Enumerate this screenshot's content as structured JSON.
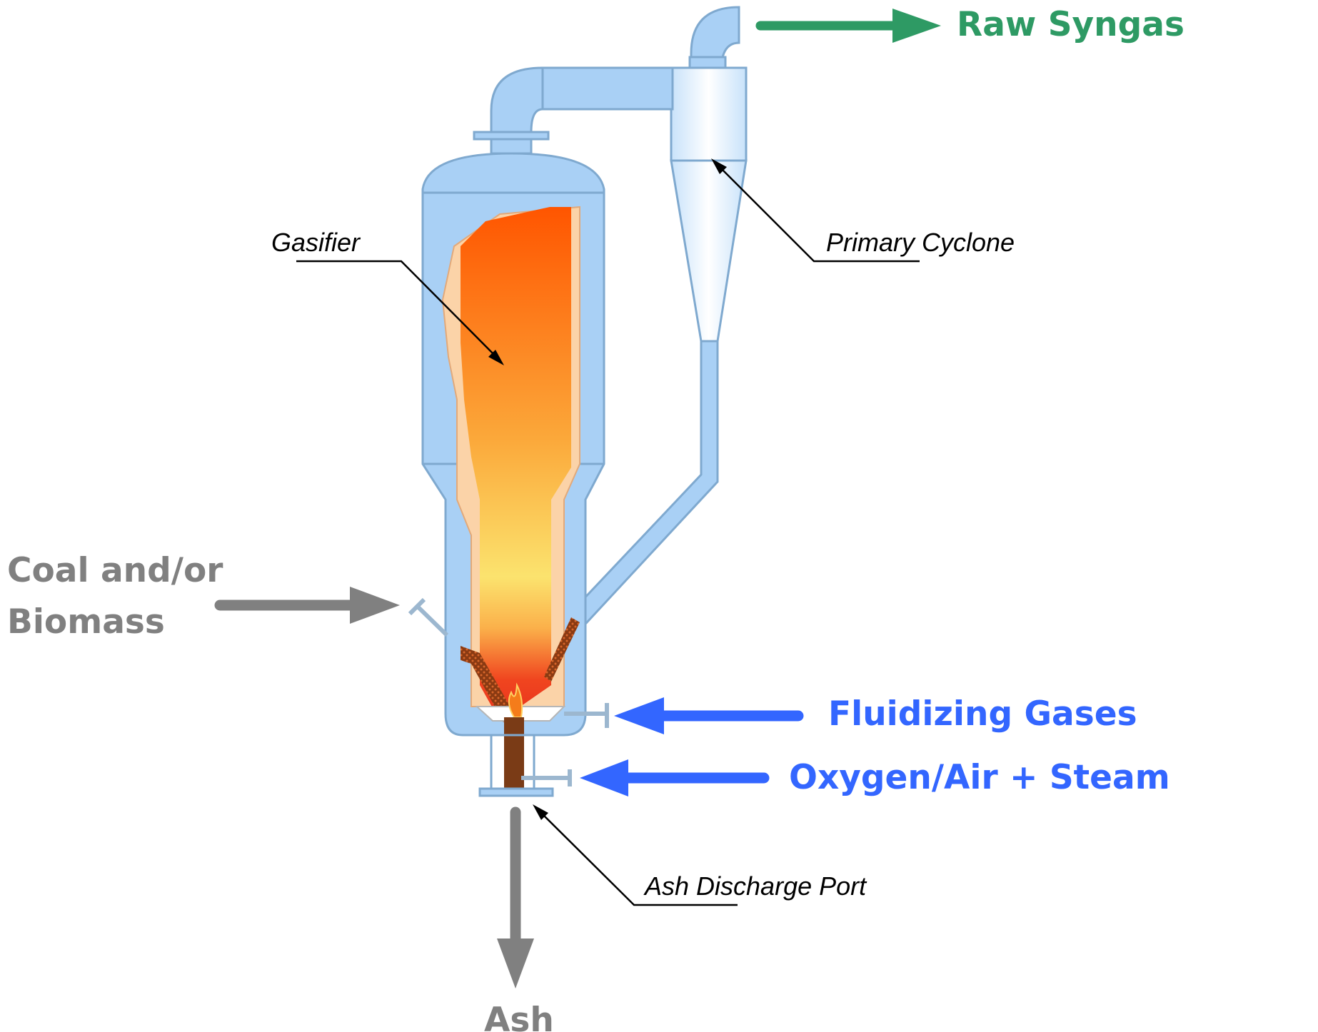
{
  "diagram": {
    "flows": {
      "raw_syngas": "Raw Syngas",
      "feed_line1": "Coal and/or",
      "feed_line2": "Biomass",
      "fluidizing_gases": "Fluidizing Gases",
      "oxygen_air_steam": "Oxygen/Air + Steam",
      "ash": "Ash"
    },
    "parts": {
      "gasifier": "Gasifier",
      "primary_cyclone": "Primary Cyclone",
      "ash_discharge_port": "Ash Discharge Port"
    },
    "colors": {
      "syngas": "#2e9a64",
      "feed": "#808080",
      "gas_inlet": "#3366ff",
      "ash": "#808080",
      "vessel": "#a9d0f5",
      "vessel_outline": "#7fa9cf",
      "refractory": "#fbd3a8",
      "fire_top": "#ff5a00",
      "fire_mid": "#fbe06a",
      "fire_bottom": "#e8321e"
    }
  }
}
